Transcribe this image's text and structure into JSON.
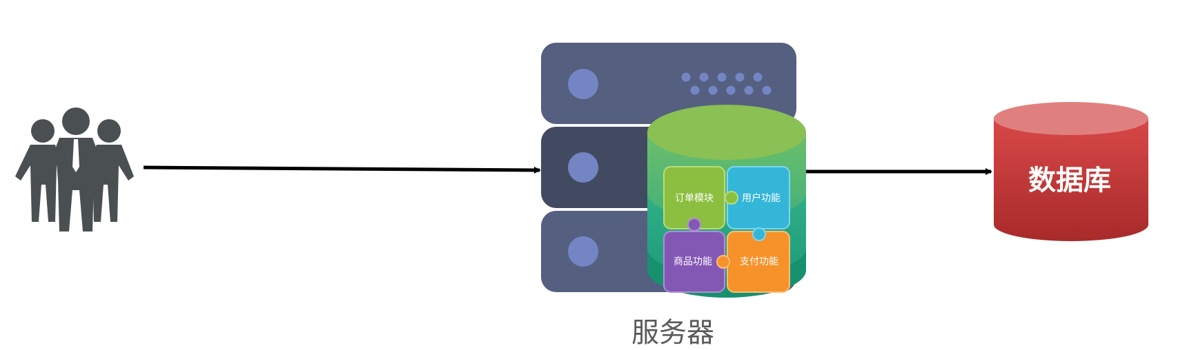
{
  "server": {
    "label": "服务器",
    "modules": [
      {
        "label": "订单模块",
        "color": "#8cbf3f"
      },
      {
        "label": "用户功能",
        "color": "#33b6d8"
      },
      {
        "label": "商品功能",
        "color": "#8358b4"
      },
      {
        "label": "支付功能",
        "color": "#f6922a"
      }
    ],
    "rack_color": "#555f80",
    "rack_dark_color": "#424a62",
    "light_color": "#7485c4"
  },
  "database": {
    "label": "数据库",
    "color": "#c53a3a"
  },
  "users": {
    "icon": "people-group-icon",
    "color": "#4a4f52"
  },
  "arrows": {
    "color": "#000000"
  }
}
